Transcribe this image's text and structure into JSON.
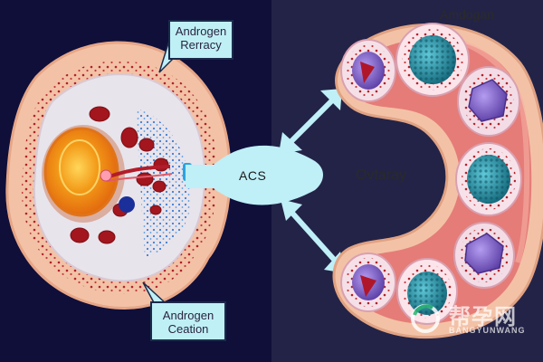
{
  "labels": {
    "callout_top_line1": "Androgen",
    "callout_top_line2": "Rerracy",
    "callout_bottom_line1": "Androgen",
    "callout_bottom_line2": "Ceation",
    "top_right": "Amdogan",
    "ovary": "Ovtaray",
    "acs": "ACS"
  },
  "watermark": {
    "main": "帮孕网",
    "sub": "BANGYUNWANG"
  },
  "colors": {
    "background_left": "#0f0f3a",
    "background_right": "#232347",
    "membrane": "#f3c2a6",
    "cytoplasm": "#e7e3ea",
    "nucleus": "#f07f12",
    "arrow": "#bfeff7",
    "ovary_tissue": "#e57c78",
    "follicle_teal": "#1f8fa3",
    "follicle_purple": "#7d5bc8",
    "blood_red": "#a3161e"
  }
}
